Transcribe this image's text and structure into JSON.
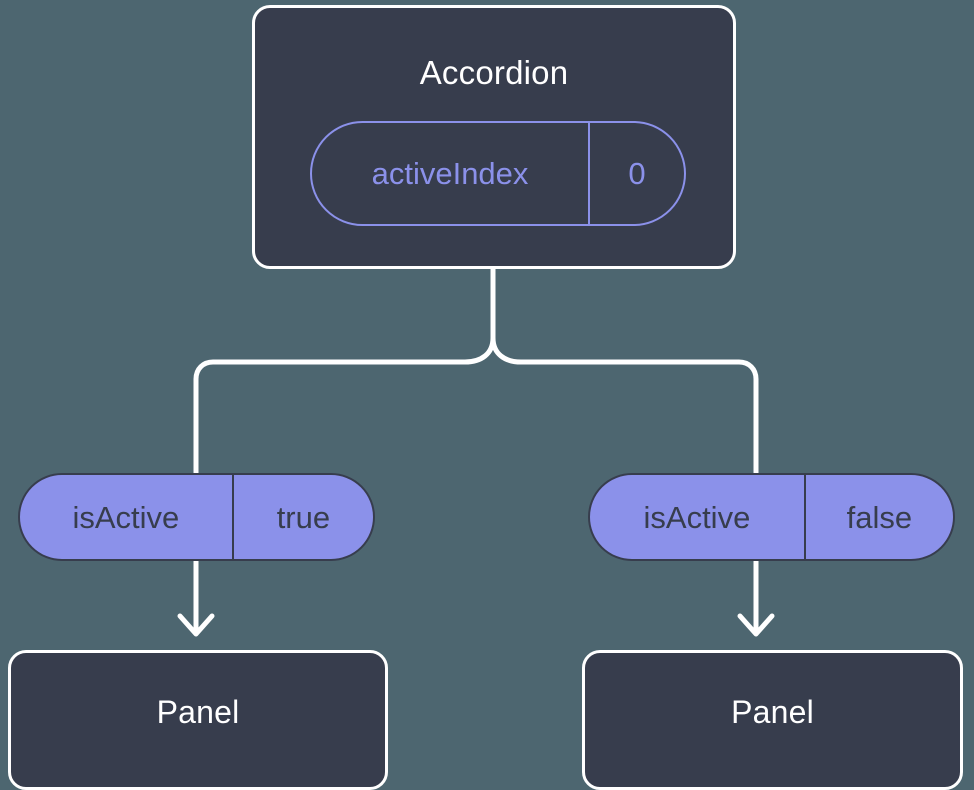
{
  "diagram": {
    "type": "component-state-tree",
    "background_color": "#4d6670",
    "node_fill_color": "#373d4d",
    "node_border_color": "#ffffff",
    "accent_color": "#8b91ea",
    "connector_color": "#ffffff"
  },
  "root": {
    "title": "Accordion",
    "state_pill": {
      "key": "activeIndex",
      "value": "0"
    }
  },
  "branches": [
    {
      "prop_pill": {
        "key": "isActive",
        "value": "true"
      },
      "child": {
        "title": "Panel"
      }
    },
    {
      "prop_pill": {
        "key": "isActive",
        "value": "false"
      },
      "child": {
        "title": "Panel"
      }
    }
  ],
  "icons": {
    "arrow_down": "arrow-down-icon",
    "fork_connector": "fork-connector-icon"
  }
}
